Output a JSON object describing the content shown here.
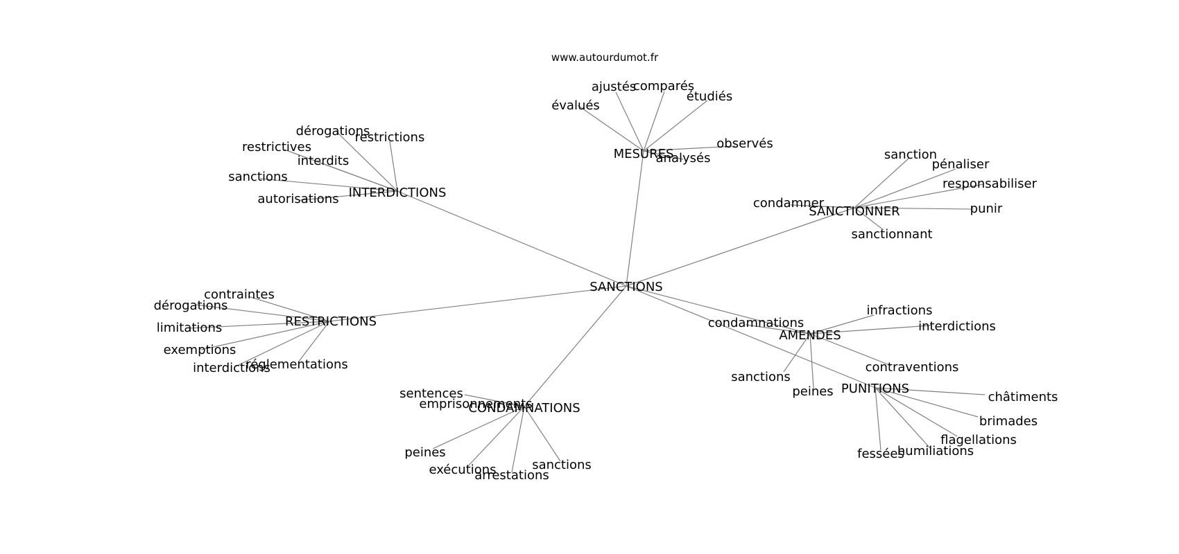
{
  "source": "www.autourdumot.fr",
  "center": "SANCTIONS",
  "hubs": [
    {
      "id": "interdictions",
      "label": "INTERDICTIONS",
      "leaves": [
        "dérogations",
        "restrictions",
        "restrictives",
        "interdits",
        "sanctions",
        "autorisations"
      ]
    },
    {
      "id": "mesures",
      "label": "MESURES",
      "leaves": [
        "ajustés",
        "comparés",
        "évalués",
        "étudiés",
        "observés",
        "analysés"
      ]
    },
    {
      "id": "sanctionner",
      "label": "SANCTIONNER",
      "leaves": [
        "sanction",
        "pénaliser",
        "responsabiliser",
        "condamner",
        "punir",
        "sanctionnant"
      ]
    },
    {
      "id": "restrictions",
      "label": "RESTRICTIONS",
      "leaves": [
        "contraintes",
        "dérogations",
        "limitations",
        "exemptions",
        "interdictions",
        "réglementations"
      ]
    },
    {
      "id": "amendes",
      "label": "AMENDES",
      "leaves": [
        "infractions",
        "condamnations",
        "interdictions",
        "sanctions",
        "contraventions",
        "peines"
      ]
    },
    {
      "id": "punitions",
      "label": "PUNITIONS",
      "leaves": [
        "châtiments",
        "brimades",
        "flagellations",
        "humiliations",
        "fessées"
      ]
    },
    {
      "id": "condamnations",
      "label": "CONDAMNATIONS",
      "leaves": [
        "sentences",
        "emprisonnements",
        "peines",
        "exécutions",
        "arrestations",
        "sanctions"
      ]
    }
  ]
}
